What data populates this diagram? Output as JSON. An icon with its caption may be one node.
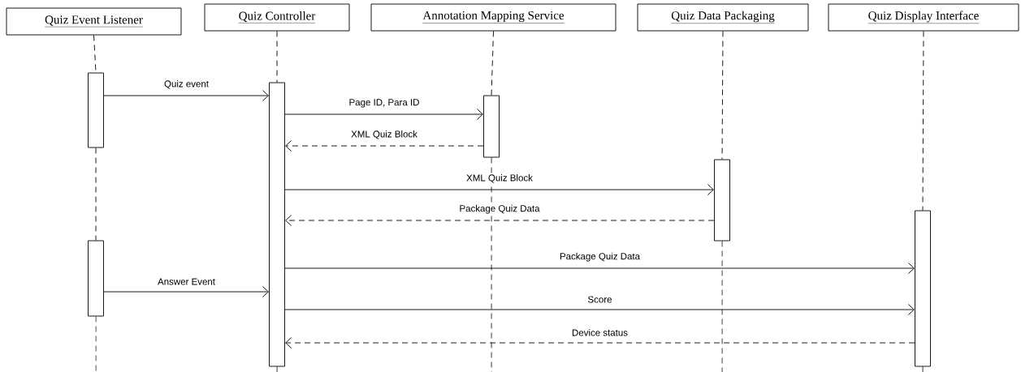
{
  "diagram": {
    "nodes": [
      {
        "text": [
          "Quiz Event Listener"
        ]
      },
      {
        "text": [
          "Quiz Controller"
        ]
      },
      {
        "text": [
          "Annotation Mapping Service"
        ]
      },
      {
        "text": [
          "Quiz Data Packaging"
        ]
      },
      {
        "text": [
          "Quiz Display Interface"
        ]
      },
      {
        "text": [],
        "shape": "bar"
      },
      {
        "text": [],
        "shape": "bar"
      },
      {
        "text": [],
        "shape": "bar"
      },
      {
        "text": [],
        "shape": "bar"
      },
      {
        "text": [],
        "shape": "bar"
      },
      {
        "text": [],
        "shape": "bar"
      }
    ],
    "edges": [
      {
        "from": 5,
        "to": 7,
        "arrow": "to",
        "label": "Quiz event"
      },
      {
        "from": 7,
        "to": 8,
        "arrow": "to",
        "label": "Page ID, Para ID"
      },
      {
        "from": 8,
        "to": 7,
        "arrow": "to",
        "label": "XML Quiz Block",
        "style": "dashed"
      },
      {
        "from": 7,
        "to": 9,
        "arrow": "to",
        "label": "XML Quiz Block"
      },
      {
        "from": 9,
        "to": 7,
        "arrow": "to",
        "label": "Package Quiz Data",
        "style": "dashed"
      },
      {
        "from": 7,
        "to": 10,
        "arrow": "to",
        "label": "Package Quiz Data"
      },
      {
        "from": 6,
        "to": 7,
        "arrow": "to",
        "label": "Answer Event"
      },
      {
        "from": 7,
        "to": 10,
        "arrow": "to",
        "label": "Score"
      },
      {
        "from": 10,
        "to": 7,
        "arrow": "to",
        "label": "Device status",
        "style": "dashed"
      },
      {
        "from": 0,
        "to": 5,
        "arrow": "none",
        "style": "dashed"
      },
      {
        "from": 5,
        "to": 6,
        "arrow": "none",
        "style": "dashed"
      },
      {
        "from": 6,
        "to": null,
        "arrow": "none",
        "style": "dashed"
      },
      {
        "from": 1,
        "to": 7,
        "arrow": "none",
        "style": "dashed"
      },
      {
        "from": 7,
        "to": null,
        "arrow": "none",
        "style": "dashed"
      },
      {
        "from": 2,
        "to": 8,
        "arrow": "none",
        "style": "dashed"
      },
      {
        "from": 8,
        "to": null,
        "arrow": "none",
        "style": "dashed"
      },
      {
        "from": 3,
        "to": 9,
        "arrow": "none",
        "style": "dashed"
      },
      {
        "from": 9,
        "to": null,
        "arrow": "none",
        "style": "dashed"
      },
      {
        "from": 4,
        "to": 10,
        "arrow": "none",
        "style": "dashed"
      },
      {
        "from": 10,
        "to": null,
        "arrow": "none",
        "style": "dashed"
      }
    ]
  }
}
